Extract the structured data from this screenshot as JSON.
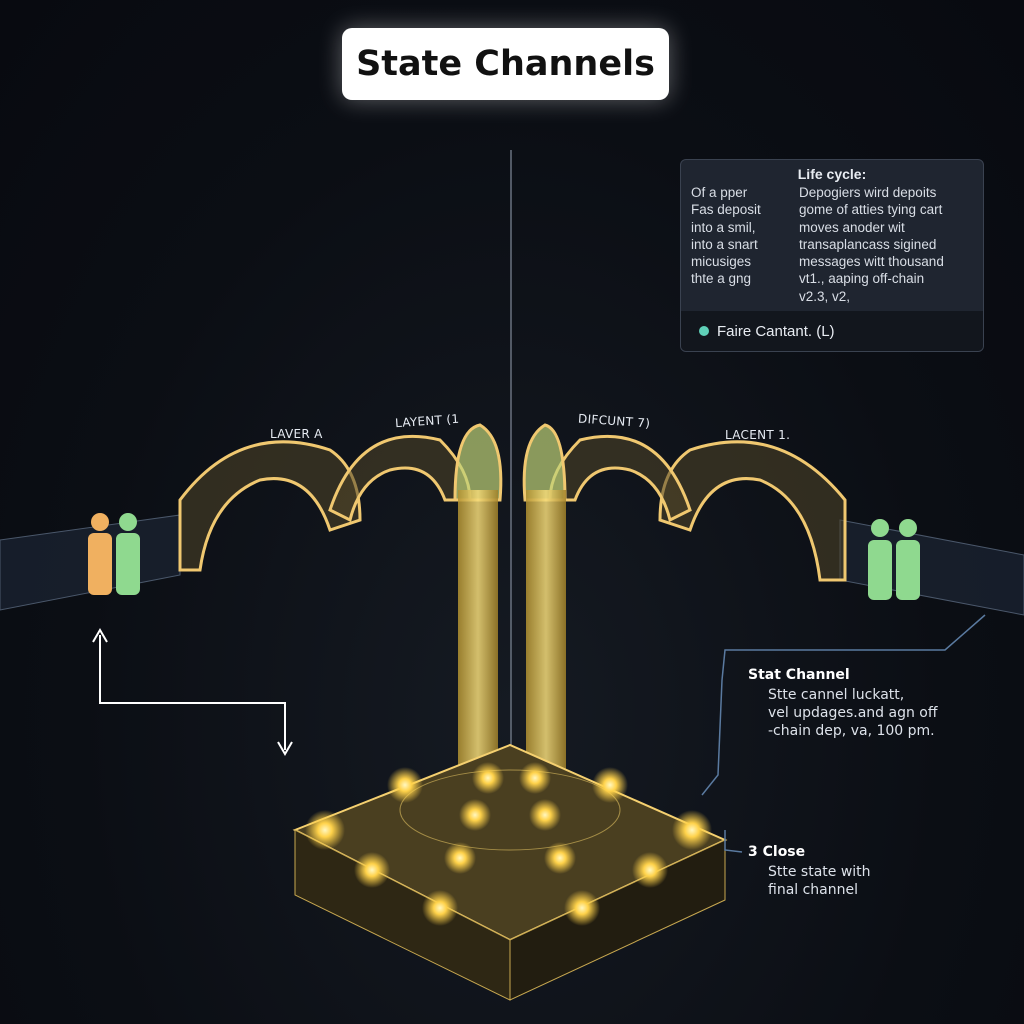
{
  "title": "State Channels",
  "lifecycle": {
    "heading": "Life cycle:",
    "left_lines": [
      "Of a pper",
      "Fas deposit",
      "into a smil,",
      "into a snart",
      "micusiges",
      "thte a gng"
    ],
    "right_lines": [
      "Depogiers wird depoits",
      "gome of atties tying cart",
      "moves anoder wit",
      "transaplancass sigined",
      "messages witt thousand",
      "vt1., aaping off-chain",
      "v2.3, v2,"
    ],
    "footer": "Faire Cantant. (L)",
    "footer_dot_color": "#5fd0b8"
  },
  "arch_labels": [
    "LAVER A",
    "LAYENT (1",
    "DIFCUNT 7)",
    "LACENT 1."
  ],
  "notes": {
    "state_channel": {
      "heading": "Stat Channel",
      "lines": [
        "Stte cannel luckatt,",
        "vel updages.and agn off",
        "-chain dep, va, 100 pm."
      ]
    },
    "close": {
      "heading": "3 Close",
      "lines": [
        "Stte state with",
        "final channel"
      ]
    }
  },
  "colors": {
    "glow": "#ffd24a",
    "accent_green": "#8fd98f",
    "person_orange": "#f0b060"
  }
}
